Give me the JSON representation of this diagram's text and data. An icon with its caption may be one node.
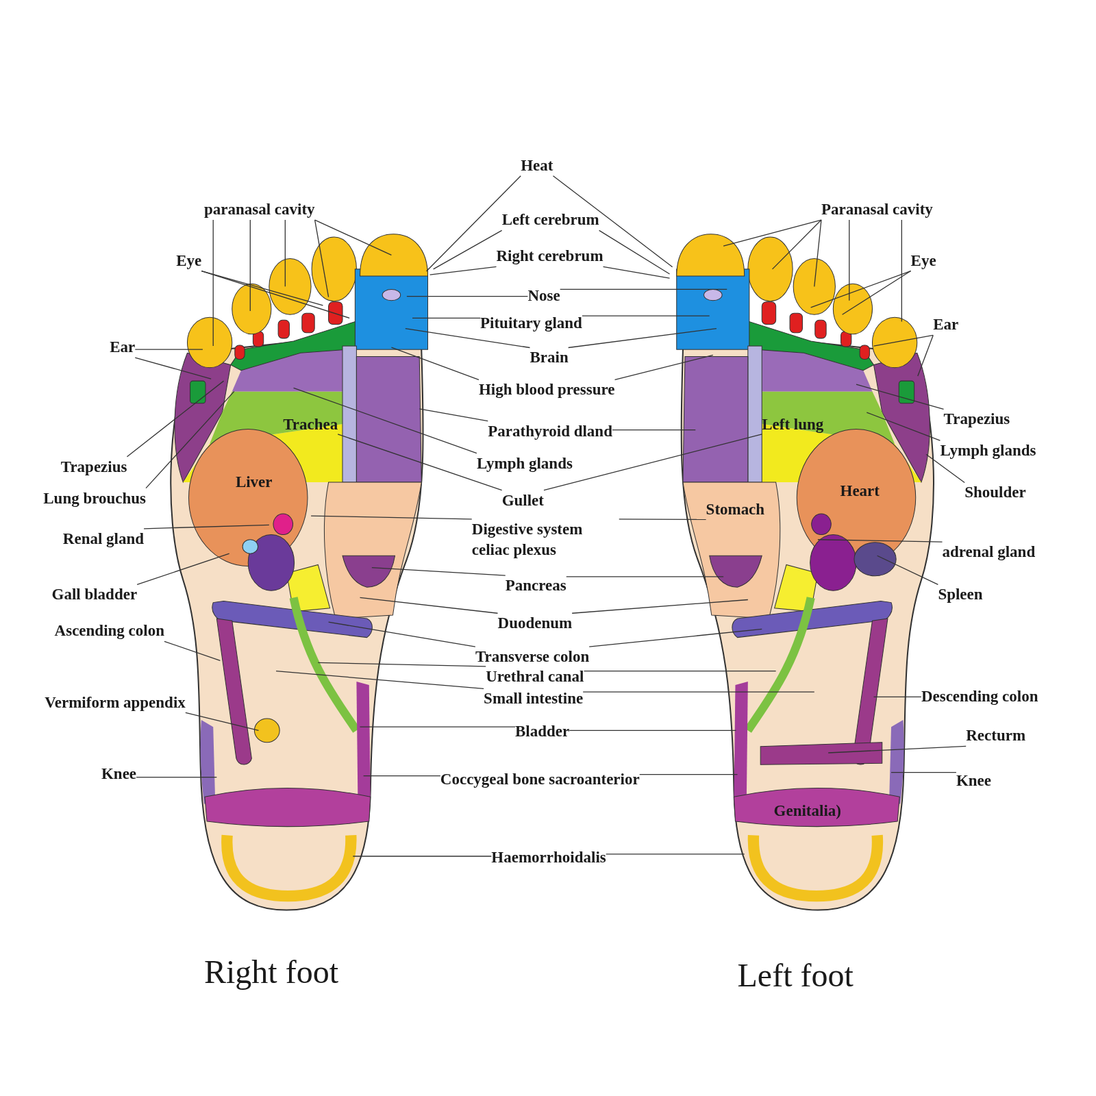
{
  "diagram": {
    "nodes": [
      {
        "text": [
          "Heat"
        ]
      },
      {
        "text": [
          "paranasal cavity"
        ]
      },
      {
        "text": [
          "Left cerebrum"
        ]
      },
      {
        "text": [
          "Eye"
        ]
      },
      {
        "text": [
          "Right cerebrum"
        ]
      },
      {
        "text": [
          "Nose"
        ]
      },
      {
        "text": [
          "Pituitary gland"
        ]
      },
      {
        "text": [
          "Ear"
        ]
      },
      {
        "text": [
          "Brain"
        ]
      },
      {
        "text": [
          "High blood pressure"
        ]
      },
      {
        "text": [
          "Parathyroid dland"
        ]
      },
      {
        "text": [
          "Trapezius"
        ]
      },
      {
        "text": [
          "Lymph glands"
        ]
      },
      {
        "text": [
          "Lung brouchus"
        ]
      },
      {
        "text": [
          "Gullet"
        ]
      },
      {
        "text": [
          "Renal gland"
        ]
      },
      {
        "text": [
          "Digestive system celiac plexus"
        ]
      },
      {
        "text": [
          "Gall bladder"
        ]
      },
      {
        "text": [
          "Pancreas"
        ]
      },
      {
        "text": [
          "Ascending colon"
        ]
      },
      {
        "text": [
          "Duodenum"
        ]
      },
      {
        "text": [
          "Transverse colon"
        ]
      },
      {
        "text": [
          "Urethral canal"
        ]
      },
      {
        "text": [
          "Small intestine"
        ]
      },
      {
        "text": [
          "Vermiform appendix"
        ]
      },
      {
        "text": [
          "Bladder"
        ]
      },
      {
        "text": [
          "Knee"
        ]
      },
      {
        "text": [
          "Coccygeal bone sacroanterior"
        ]
      },
      {
        "text": [
          "Haemorrhoidalis"
        ]
      },
      {
        "text": [
          "Paranasal cavity"
        ]
      },
      {
        "text": [
          "Eye"
        ]
      },
      {
        "text": [
          "Ear"
        ]
      },
      {
        "text": [
          "Trapezius"
        ]
      },
      {
        "text": [
          "Lymph glands"
        ]
      },
      {
        "text": [
          "Shoulder"
        ]
      },
      {
        "text": [
          "adrenal gland"
        ]
      },
      {
        "text": [
          "Spleen"
        ]
      },
      {
        "text": [
          "Descending colon"
        ]
      },
      {
        "text": [
          "Recturm"
        ]
      },
      {
        "text": [
          "Knee"
        ]
      },
      {
        "text": [],
        "shape": "picture"
      },
      {
        "text": [],
        "shape": "picture"
      },
      {
        "text": [
          "Trachea"
        ],
        "in": 40
      },
      {
        "text": [
          "Left lung"
        ],
        "in": 41
      },
      {
        "text": [
          "Stomach"
        ],
        "in": 41
      }
    ],
    "edges": [
      {
        "from": 0,
        "to": 40,
        "arrow": "none"
      },
      {
        "from": 0,
        "to": 41,
        "arrow": "none"
      },
      {
        "from": 1,
        "to": 40,
        "arrow": "none"
      },
      {
        "from": 1,
        "to": 40,
        "arrow": "none"
      },
      {
        "from": 1,
        "to": 40,
        "arrow": "none"
      },
      {
        "from": 1,
        "to": 40,
        "arrow": "none"
      },
      {
        "from": 1,
        "to": 40,
        "arrow": "none"
      },
      {
        "from": 2,
        "to": 40,
        "arrow": "none"
      },
      {
        "from": 2,
        "to": 41,
        "arrow": "none"
      },
      {
        "from": 3,
        "to": 40,
        "arrow": "none"
      },
      {
        "from": 3,
        "to": 40,
        "arrow": "none"
      },
      {
        "from": 4,
        "to": 40,
        "arrow": "none"
      },
      {
        "from": 4,
        "to": 41,
        "arrow": "none"
      },
      {
        "from": 5,
        "to": 40,
        "arrow": "none"
      },
      {
        "from": 5,
        "to": 41,
        "arrow": "none"
      },
      {
        "from": 6,
        "to": 40,
        "arrow": "none"
      },
      {
        "from": 6,
        "to": 41,
        "arrow": "none"
      },
      {
        "from": 7,
        "to": 40,
        "arrow": "none"
      },
      {
        "from": 7,
        "to": 40,
        "arrow": "none"
      },
      {
        "from": 8,
        "to": 40,
        "arrow": "none"
      },
      {
        "from": 8,
        "to": 41,
        "arrow": "none"
      },
      {
        "from": 9,
        "to": 40,
        "arrow": "none"
      },
      {
        "from": 9,
        "to": 41,
        "arrow": "none"
      },
      {
        "from": 10,
        "to": 40,
        "arrow": "none"
      },
      {
        "from": 10,
        "to": 41,
        "arrow": "none"
      },
      {
        "from": 11,
        "to": 40,
        "arrow": "none"
      },
      {
        "from": 12,
        "to": 40,
        "arrow": "none"
      },
      {
        "from": 13,
        "to": 40,
        "arrow": "none"
      },
      {
        "from": 14,
        "to": 42,
        "arrow": "none"
      },
      {
        "from": 14,
        "to": 43,
        "arrow": "none"
      },
      {
        "from": 15,
        "to": 40,
        "arrow": "none"
      },
      {
        "from": 16,
        "to": 40,
        "arrow": "none"
      },
      {
        "from": 16,
        "to": 44,
        "arrow": "none"
      },
      {
        "from": 17,
        "to": 40,
        "arrow": "none"
      },
      {
        "from": 18,
        "to": 40,
        "arrow": "none"
      },
      {
        "from": 18,
        "to": 41,
        "arrow": "none"
      },
      {
        "from": 19,
        "to": 40,
        "arrow": "none"
      },
      {
        "from": 20,
        "to": 40,
        "arrow": "none"
      },
      {
        "from": 20,
        "to": 41,
        "arrow": "none"
      },
      {
        "from": 21,
        "to": 40,
        "arrow": "none"
      },
      {
        "from": 21,
        "to": 41,
        "arrow": "none"
      },
      {
        "from": 22,
        "to": 40,
        "arrow": "none"
      },
      {
        "from": 22,
        "to": 41,
        "arrow": "none"
      },
      {
        "from": 23,
        "to": 40,
        "arrow": "none"
      },
      {
        "from": 23,
        "to": 41,
        "arrow": "none"
      },
      {
        "from": 24,
        "to": 40,
        "arrow": "none"
      },
      {
        "from": 25,
        "to": 40,
        "arrow": "none"
      },
      {
        "from": 25,
        "to": 41,
        "arrow": "none"
      },
      {
        "from": 26,
        "to": 40,
        "arrow": "none"
      },
      {
        "from": 27,
        "to": 40,
        "arrow": "none"
      },
      {
        "from": 27,
        "to": 41,
        "arrow": "none"
      },
      {
        "from": 28,
        "to": 40,
        "arrow": "none"
      },
      {
        "from": 28,
        "to": 41,
        "arrow": "none"
      },
      {
        "from": 29,
        "to": 41,
        "arrow": "none"
      },
      {
        "from": 29,
        "to": 41,
        "arrow": "none"
      },
      {
        "from": 29,
        "to": 41,
        "arrow": "none"
      },
      {
        "from": 29,
        "to": 41,
        "arrow": "none"
      },
      {
        "from": 29,
        "to": 41,
        "arrow": "none"
      },
      {
        "from": 30,
        "to": 41,
        "arrow": "none"
      },
      {
        "from": 30,
        "to": 41,
        "arrow": "none"
      },
      {
        "from": 31,
        "to": 41,
        "arrow": "none"
      },
      {
        "from": 31,
        "to": 41,
        "arrow": "none"
      },
      {
        "from": 32,
        "to": 41,
        "arrow": "none"
      },
      {
        "from": 33,
        "to": 41,
        "arrow": "none"
      },
      {
        "from": 34,
        "to": 41,
        "arrow": "none"
      },
      {
        "from": 35,
        "to": 41,
        "arrow": "none"
      },
      {
        "from": 36,
        "to": 41,
        "arrow": "none"
      },
      {
        "from": 37,
        "to": 41,
        "arrow": "none"
      },
      {
        "from": 38,
        "to": 41,
        "arrow": "none"
      },
      {
        "from": 39,
        "to": 41,
        "arrow": "none"
      }
    ],
    "labels": [
      "Liver",
      "Heart",
      "Genitalia)",
      "Right foot",
      "Left foot"
    ]
  }
}
